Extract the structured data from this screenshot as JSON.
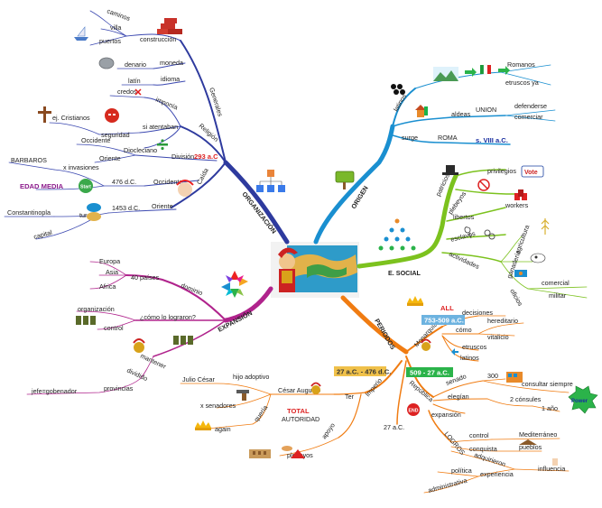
{
  "center": {
    "label": ""
  },
  "branches": {
    "organizacion": {
      "title": "ORGANIZACIÓN",
      "color": "#2e3a9e",
      "sub": {
        "generales": "Generales",
        "religion": "Religión",
        "caida": "Caída"
      },
      "items": {
        "caminos": "caminos",
        "villa": "villa",
        "puertos": "puertos",
        "construccion": "construcción",
        "denario": "denario",
        "moneda": "moneda",
        "latin": "latín",
        "idioma": "idioma",
        "credos": "credos",
        "imponia": "imponía",
        "ej_cristianos": "ej. Cristianos",
        "seguridad": "seguridad",
        "si_atentaban": "si atentaban",
        "occidente1": "Occidente",
        "diocleciano": "Diocleciano",
        "oriente1": "Oriente",
        "division": "División",
        "division_year": "293 a.C",
        "barbaros": "BARBAROS",
        "x_invasiones": "x invasiones",
        "edad_media": "EDAD MEDIA",
        "start": "Start",
        "d476": "476 d.C.",
        "occidente2": "Occidente",
        "constantinopla": "Constantinopla",
        "capital": "capital",
        "turcos": "turcos",
        "d1453": "1453 d.C.",
        "oriente2": "Oriente"
      }
    },
    "origen": {
      "title": "ORIGEN",
      "color": "#1a8fd0",
      "items": {
        "latinos": "latinos",
        "romanos": "Romanos",
        "etruscos_ya": "etruscos ya",
        "aldeas": "aldeas",
        "union": "UNION",
        "defenderse": "defenderse",
        "comerciar": "comerciar",
        "surge": "surge",
        "roma": "ROMA",
        "viii": "s. VIII a.C."
      }
    },
    "social": {
      "title": "E. SOCIAL",
      "color": "#7cc21e",
      "items": {
        "patricios": "patricios",
        "privilegios": "privilegios",
        "vote": "Vote",
        "plebeyos": "plebeyos",
        "libertos": "libertos",
        "workers": "workers",
        "esclavos": "esclavos",
        "actividades": "actividades",
        "agricultura": "agricultura",
        "ganaderia": "ganadería",
        "oficios": "oficios",
        "comercial": "comercial",
        "militar": "militar"
      }
    },
    "expansion": {
      "title": "EXPANSIÓN",
      "color": "#b0238c",
      "items": {
        "europa": "Europa",
        "asia": "Asia",
        "africa": "Africa",
        "paises": "40 países",
        "dominio": "dominio",
        "organizacion": "organización",
        "control": "control",
        "como_lograron": "¿cómo lo lograron?",
        "mantener": "mantener",
        "dividido": "dividido",
        "provincias": "provincias",
        "jefe": "jefe=gobenador"
      }
    },
    "periodos": {
      "title": "PERIODOS",
      "color": "#f07c12",
      "items": {
        "monarquia": "Monarquía",
        "monarquia_date": "753-509 a.C.",
        "all": "ALL",
        "decisiones": "decisiones",
        "como": "cómo",
        "hereditario": "hereditario",
        "vitalicio": "vitalicio",
        "etruscos": "etruscos",
        "latinos": "latinos",
        "republica": "República",
        "republica_date": "509 - 27 a.C.",
        "senado": "senado",
        "n300": "300",
        "consultar": "consultar siempre",
        "power": "Power",
        "elegian": "elegían",
        "consules": "2 cónsules",
        "ano": "1 año",
        "expansion": "expansión",
        "end": "END",
        "a27": "27 a.C.",
        "logros": "LOGROS",
        "control": "control",
        "mediterraneo": "Mediterráneo",
        "conquista": "conquista",
        "pueblos": "pueblos",
        "adquirieron": "adquirieron",
        "influencia": "influencia",
        "experiencia": "experiencia",
        "politica": "política",
        "administrativa": "administrativa",
        "imperio": "Imperio",
        "imperio_date": "27 a.C. - 476 d.C.",
        "ter": "Ter",
        "julio": "Julio César",
        "hijo": "hijo adoptivo",
        "cesar": "César Augusto",
        "x_senadores": "x senadores",
        "quería": "quería",
        "autoridad": "AUTORIDAD",
        "total": "TOTAL",
        "again": "again",
        "apoyo": "apoyo",
        "plebeyos": "plebeyos"
      }
    }
  }
}
